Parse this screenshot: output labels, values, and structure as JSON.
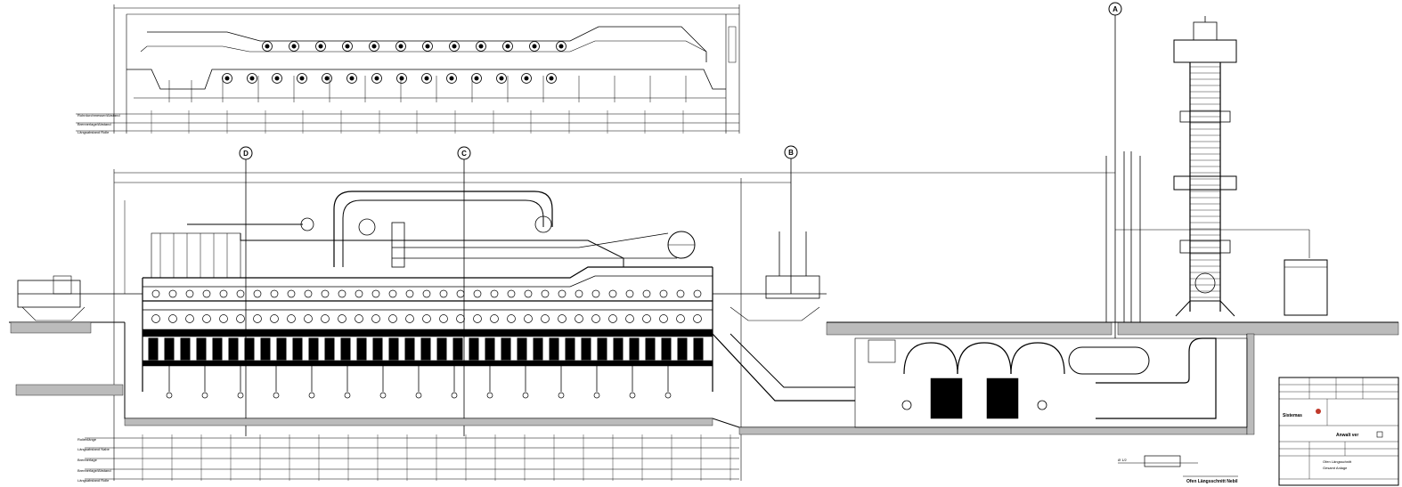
{
  "axes": {
    "a": "A",
    "b": "B",
    "c": "C",
    "d": "D"
  },
  "top_view": {
    "row_labels": [
      "Rohrdurchmesser/Abstand",
      "Brennerlage/Abstand",
      "Längsabstand Rolle"
    ]
  },
  "main_view": {
    "row_labels": [
      "Rollenlänge",
      "Längsabstand Nabe",
      "Brennerlage",
      "Brennerlage/Abstand",
      "Längsabstand Rolle"
    ]
  },
  "annotations": {
    "detail_caption": "Ofen Längsschnitt Nebil",
    "scale_symbol": "Ø 1/2"
  },
  "title_block": {
    "company": "Sistemas",
    "row1": "Anwalt ver",
    "row2": "Ofen Längsschnitt",
    "row3": "Gesamt Anlage"
  },
  "colors": {
    "line": "#000000",
    "background": "#ffffff",
    "brand": "#c0392b"
  }
}
